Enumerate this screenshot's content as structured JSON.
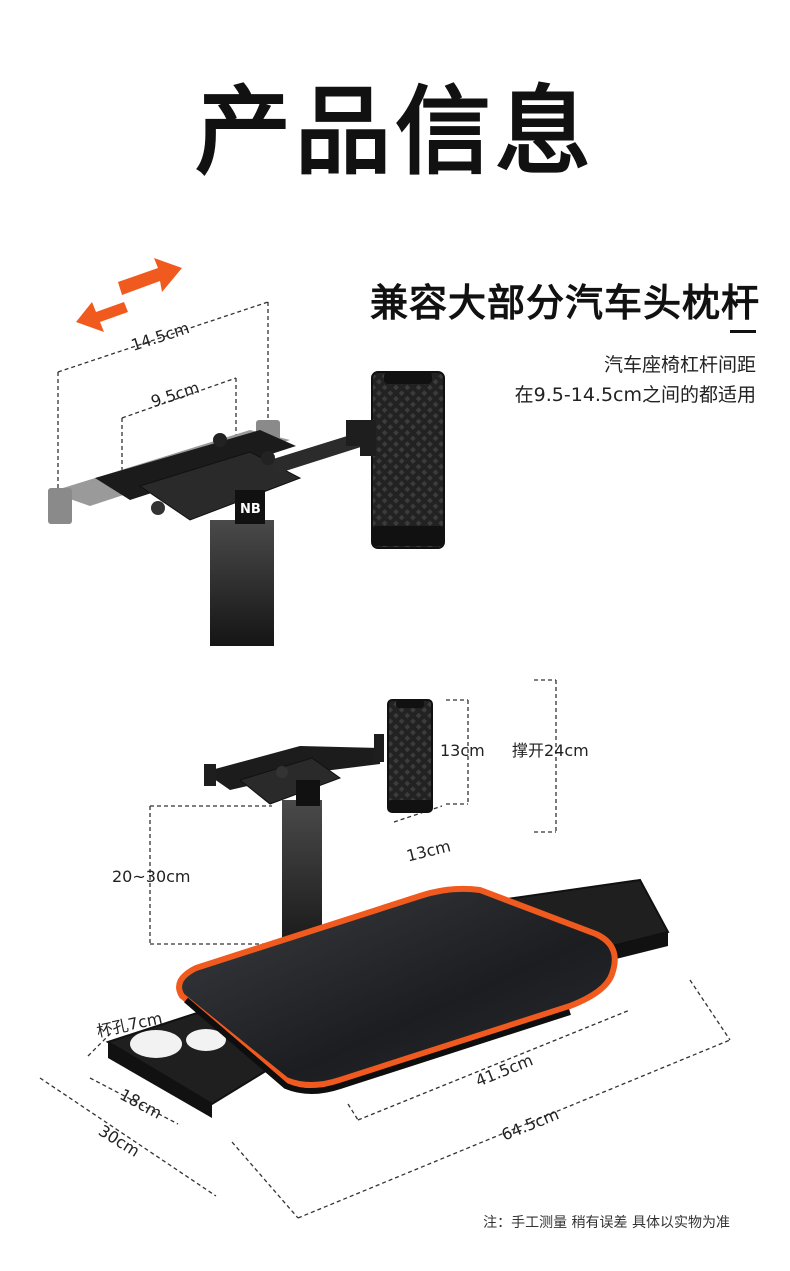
{
  "header": {
    "title": "产品信息"
  },
  "feature": {
    "title": "兼容大部分汽车头枕杆",
    "desc_line1": "汽车座椅杠杆间距",
    "desc_line2": "在9.5-14.5cm之间的都适用"
  },
  "dimensions": {
    "outer_spacing": "14.5cm",
    "inner_spacing": "9.5cm",
    "holder_height": "13cm",
    "holder_expand": "撑开24cm",
    "holder_width": "13cm",
    "pole_height": "20~30cm",
    "cup_hole": "杯孔7cm",
    "tray_depth_small": "18cm",
    "tray_depth": "30cm",
    "board_length": "41.5cm",
    "total_length": "64.5cm"
  },
  "brand": {
    "logo": "NB"
  },
  "footer": {
    "note": "注：手工测量 稍有误差 具体以实物为准"
  },
  "colors": {
    "accent": "#f05a1e",
    "dark": "#1c1c1c"
  }
}
